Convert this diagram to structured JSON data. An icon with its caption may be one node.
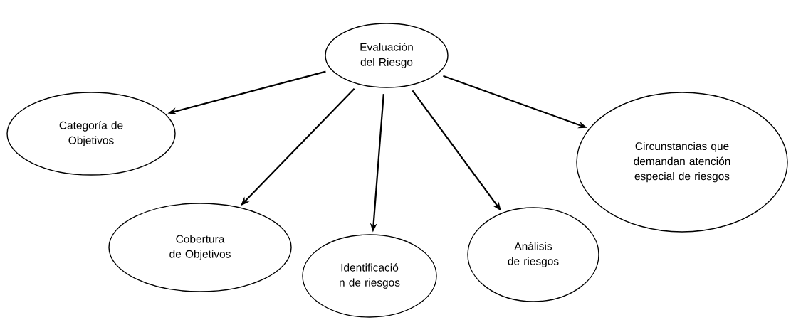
{
  "diagram": {
    "nodes": [
      {
        "text": [
          "Evaluación del Riesgo"
        ]
      },
      {
        "text": [
          "Categoría de Objetivos"
        ]
      },
      {
        "text": [
          "Cobertura de Objetivos"
        ]
      },
      {
        "text": [
          "Identificació n de riesgos"
        ]
      },
      {
        "text": [
          "Análisis de riesgos"
        ]
      },
      {
        "text": [
          "Circunstancias que demandan atención especial de riesgos"
        ]
      }
    ],
    "edges": [
      {
        "from": 0,
        "to": 1,
        "arrow": "to"
      },
      {
        "from": 0,
        "to": 2,
        "arrow": "to"
      },
      {
        "from": 0,
        "to": 3,
        "arrow": "to"
      },
      {
        "from": 0,
        "to": 4,
        "arrow": "to"
      },
      {
        "from": 0,
        "to": 5,
        "arrow": "to"
      }
    ]
  }
}
